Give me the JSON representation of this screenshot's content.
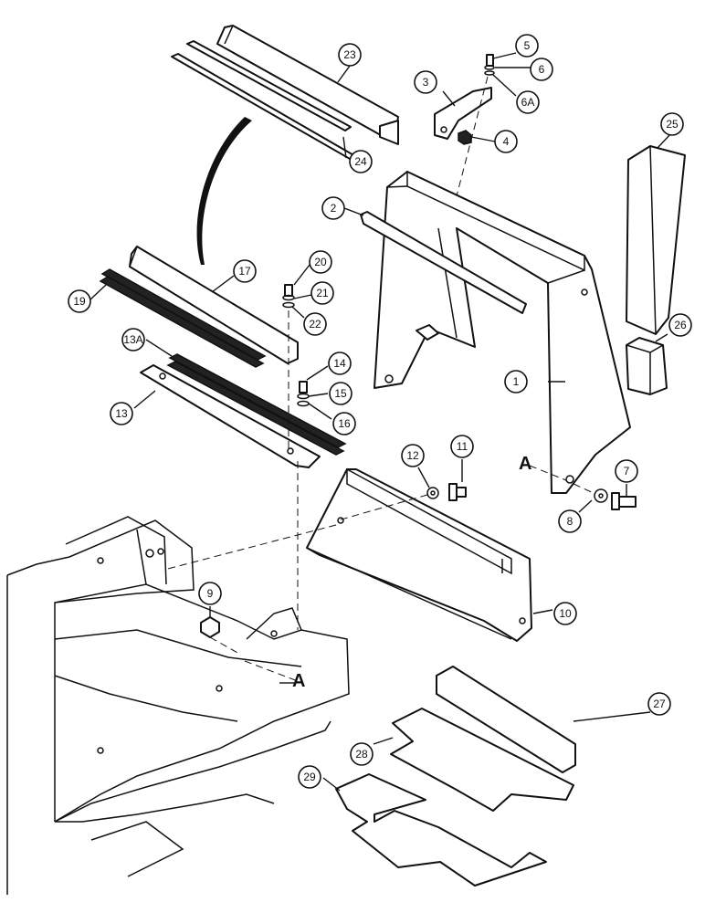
{
  "callouts": {
    "c1": "1",
    "c2": "2",
    "c3": "3",
    "c4": "4",
    "c5": "5",
    "c6": "6",
    "c6a": "6A",
    "c7": "7",
    "c8": "8",
    "c9": "9",
    "c10": "10",
    "c11": "11",
    "c12": "12",
    "c13": "13",
    "c13a": "13A",
    "c14": "14",
    "c15": "15",
    "c16": "16",
    "c17": "17",
    "c19": "19",
    "c20": "20",
    "c21": "21",
    "c22": "22",
    "c23": "23",
    "c24": "24",
    "c25": "25",
    "c26": "26",
    "c27": "27",
    "c28": "28",
    "c29": "29"
  },
  "markers": {
    "a_upper": "A",
    "a_lower": "A"
  }
}
